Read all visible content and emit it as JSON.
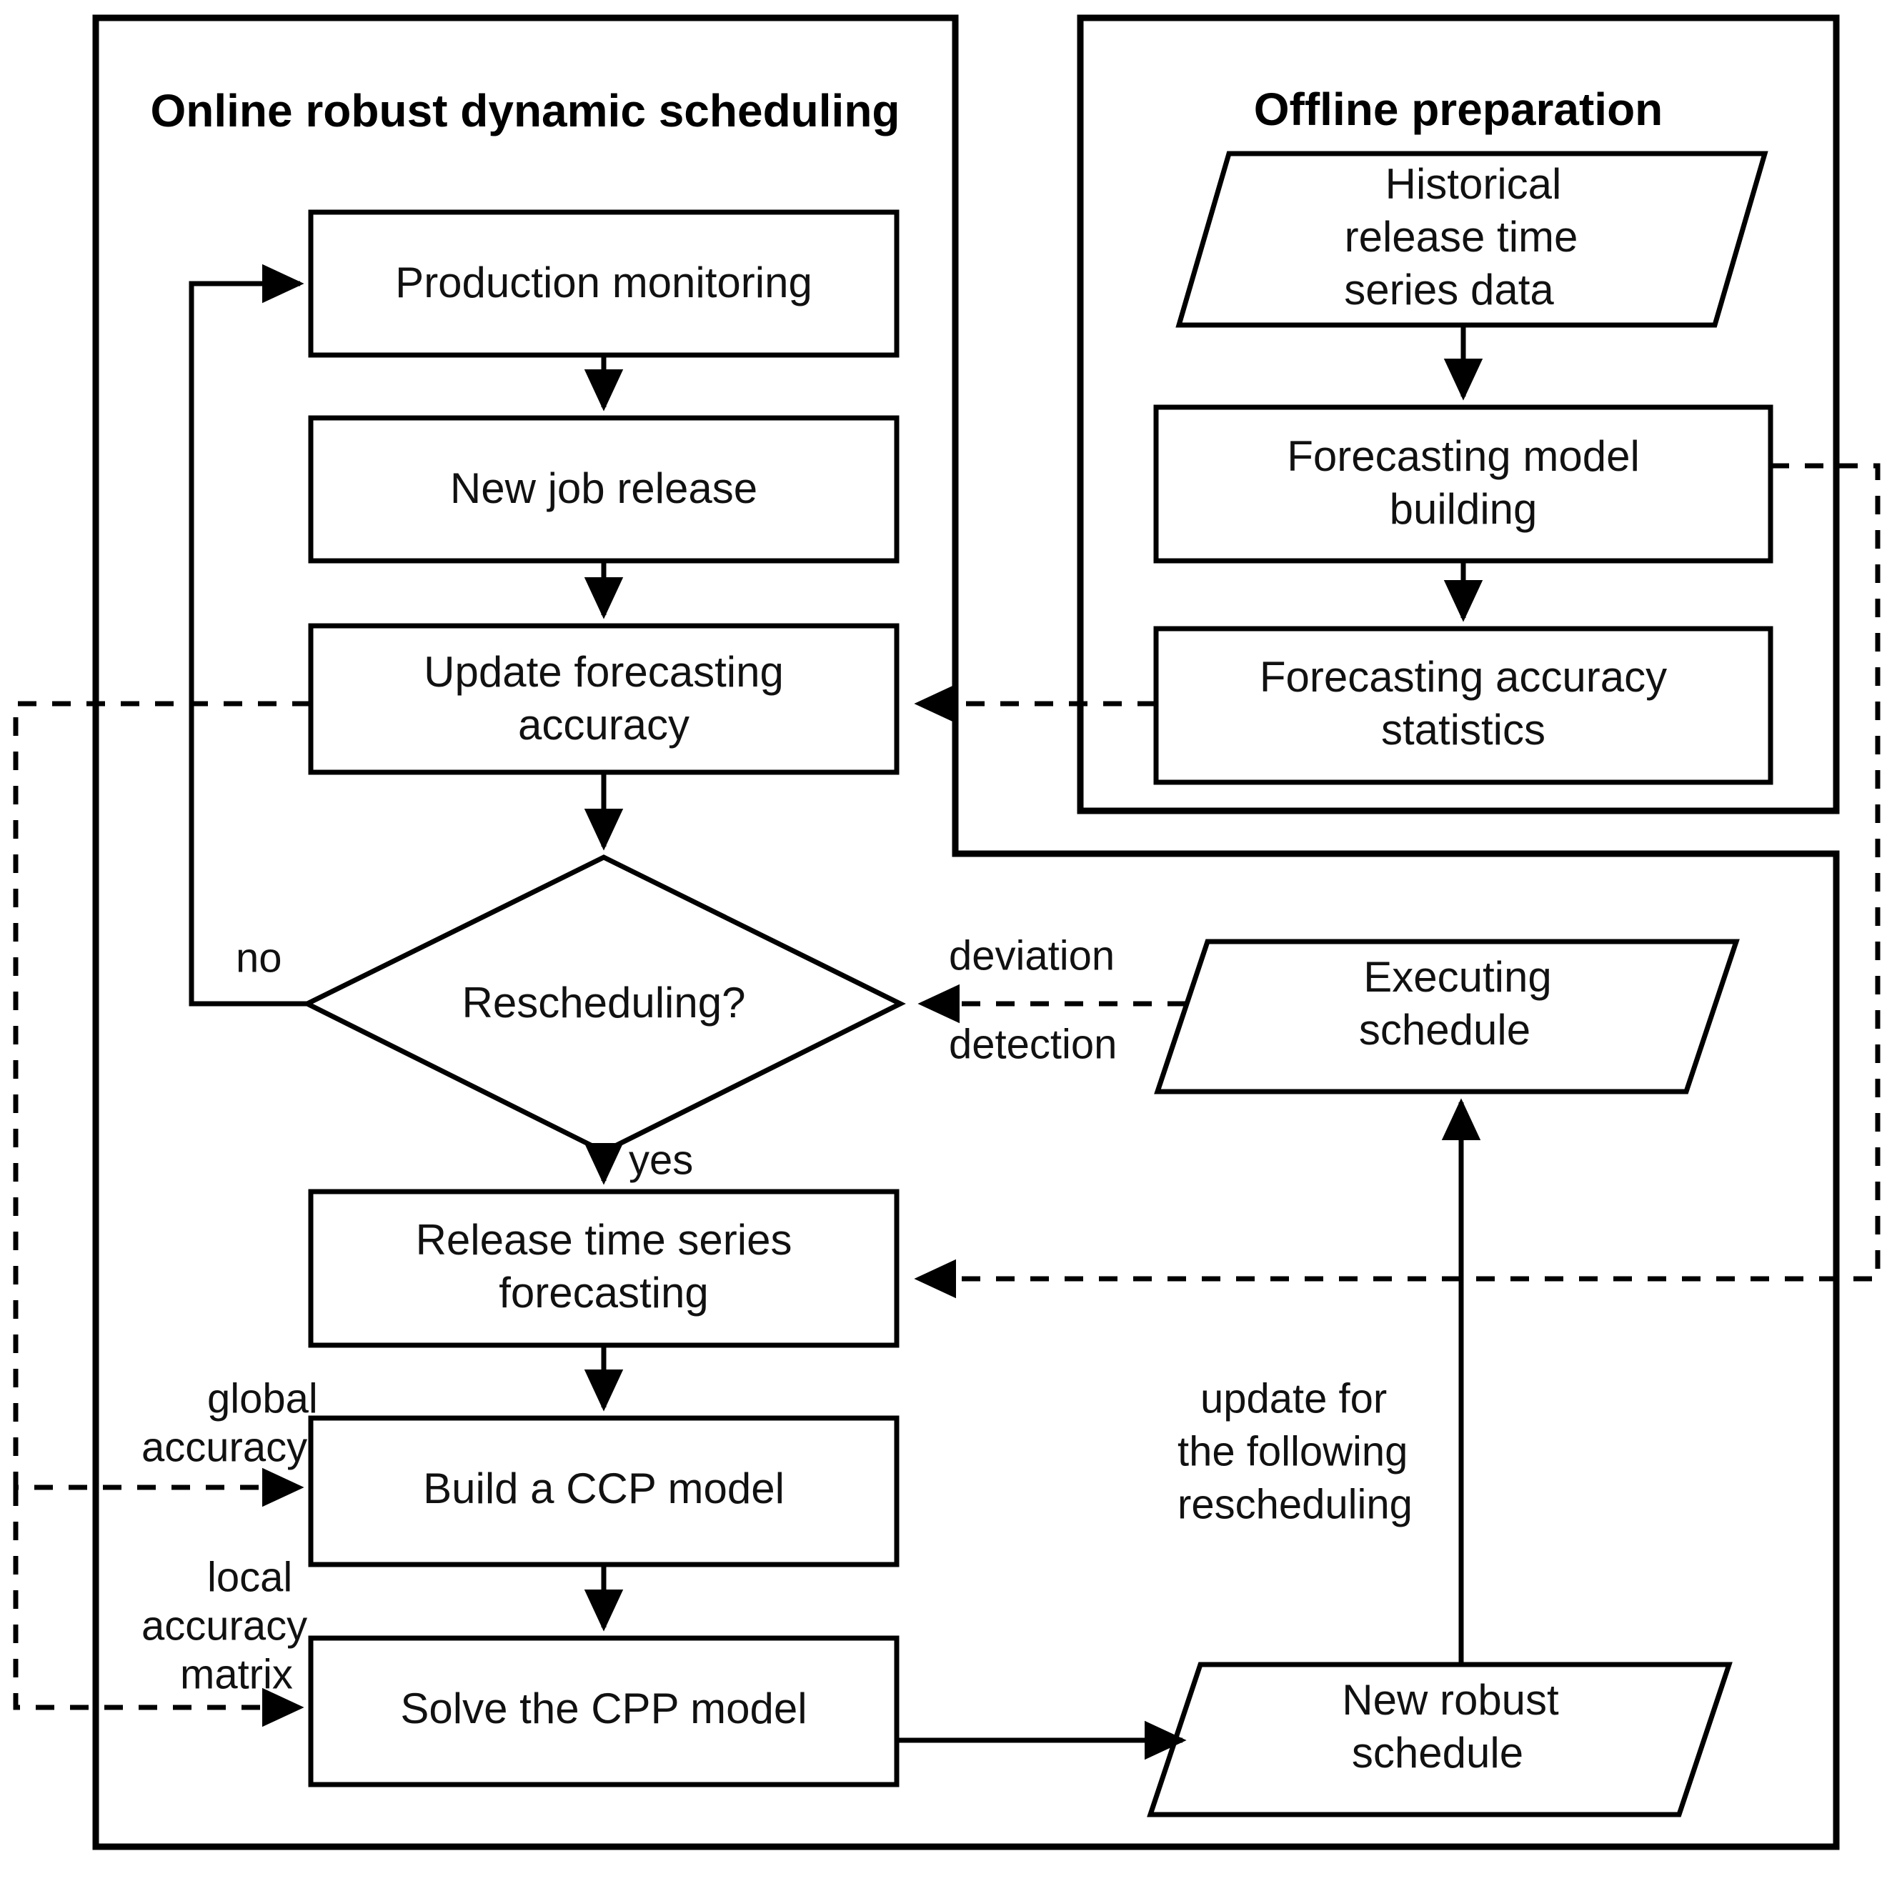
{
  "figure": {
    "type": "flowchart",
    "title_not_shown": "",
    "panels": [
      {
        "id": "online",
        "label": "Online robust dynamic scheduling"
      },
      {
        "id": "offline",
        "label": "Offline preparation"
      }
    ],
    "nodes": [
      {
        "id": "production_monitoring",
        "label": "Production monitoring",
        "shape": "process",
        "panel": "online"
      },
      {
        "id": "new_job_release",
        "label": "New job release",
        "shape": "process",
        "panel": "online"
      },
      {
        "id": "update_forecasting",
        "label": "Update forecasting\naccuracy",
        "line1": "Update forecasting",
        "line2": "accuracy",
        "shape": "process",
        "panel": "online"
      },
      {
        "id": "rescheduling_decision",
        "label": "Rescheduling?",
        "shape": "decision",
        "panel": "online"
      },
      {
        "id": "release_forecasting",
        "label": "Release time series\nforecasting",
        "line1": "Release time series",
        "line2": "forecasting",
        "shape": "process",
        "panel": "online"
      },
      {
        "id": "build_ccp",
        "label": "Build a CCP model",
        "shape": "process",
        "panel": "online"
      },
      {
        "id": "solve_cpp",
        "label": "Solve the CPP model",
        "shape": "process",
        "panel": "online"
      },
      {
        "id": "historical_data",
        "label": "Historical\nrelease time\nseries data",
        "line1": "Historical",
        "line2": "release time",
        "line3": "series data",
        "shape": "data",
        "panel": "offline"
      },
      {
        "id": "forecasting_model",
        "label": "Forecasting model\nbuilding",
        "line1": "Forecasting model",
        "line2": "building",
        "shape": "process",
        "panel": "offline"
      },
      {
        "id": "forecasting_accuracy",
        "label": "Forecasting accuracy\nstatistics",
        "line1": "Forecasting accuracy",
        "line2": "statistics",
        "shape": "process",
        "panel": "offline"
      },
      {
        "id": "executing_schedule",
        "label": "Executing\nschedule",
        "line1": "Executing",
        "line2": "schedule",
        "shape": "data",
        "panel": "online"
      },
      {
        "id": "new_robust_schedule",
        "label": "New robust\nschedule",
        "line1": "New robust",
        "line2": "schedule",
        "shape": "data",
        "panel": "online"
      }
    ],
    "edge_labels": {
      "no": "no",
      "yes": "yes",
      "deviation_detection_line1": "deviation",
      "deviation_detection_line2": "detection",
      "global_accuracy_line1": "global",
      "global_accuracy_line2": "accuracy",
      "local_accuracy_line1": "local",
      "local_accuracy_line2": "accuracy",
      "local_accuracy_line3": "matrix",
      "update_following_line1": "update for",
      "update_following_line2": "the following",
      "update_following_line3": "rescheduling"
    },
    "colors": {
      "stroke": "#000000",
      "fill": "#ffffff",
      "text": "#111111"
    }
  }
}
